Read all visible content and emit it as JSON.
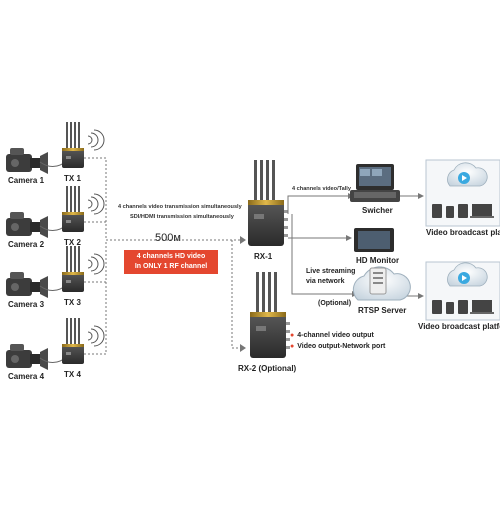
{
  "cameras": [
    {
      "label": "Camera 1",
      "tx": "TX 1"
    },
    {
      "label": "Camera 2",
      "tx": "TX 2"
    },
    {
      "label": "Camera 3",
      "tx": "TX 3"
    },
    {
      "label": "Camera 4",
      "tx": "TX 4"
    }
  ],
  "link": {
    "distance": "500ᴍ",
    "caption_line1": "4 channels video transmission simultaneously",
    "caption_line2": "SDI/HDMI transmission simultaneously",
    "badge_line1": "4 channels HD video",
    "badge_line2": "In ONLY 1 RF channel"
  },
  "receivers": {
    "rx1": "RX-1",
    "rx2": "RX-2 (Optional)"
  },
  "outputs": {
    "tally_label": "4 channels video/Tally",
    "switcher": "Swicher",
    "hd_monitor": "HD Monitor",
    "live_line1": "Live streaming",
    "live_line2": "via network",
    "optional": "(Optional)",
    "rtsp": "RTSP Server",
    "platform_top": "Video broadcast platform",
    "platform_bottom": "Video broadcast platform"
  },
  "rx2_features": [
    "4-channel video output",
    "Video output-Network port"
  ],
  "colors": {
    "accent": "#e4472f",
    "device": "#3a3a3a",
    "gold": "#c9a23a",
    "cloud": "#c8d6e0",
    "play": "#3aa9e0"
  }
}
